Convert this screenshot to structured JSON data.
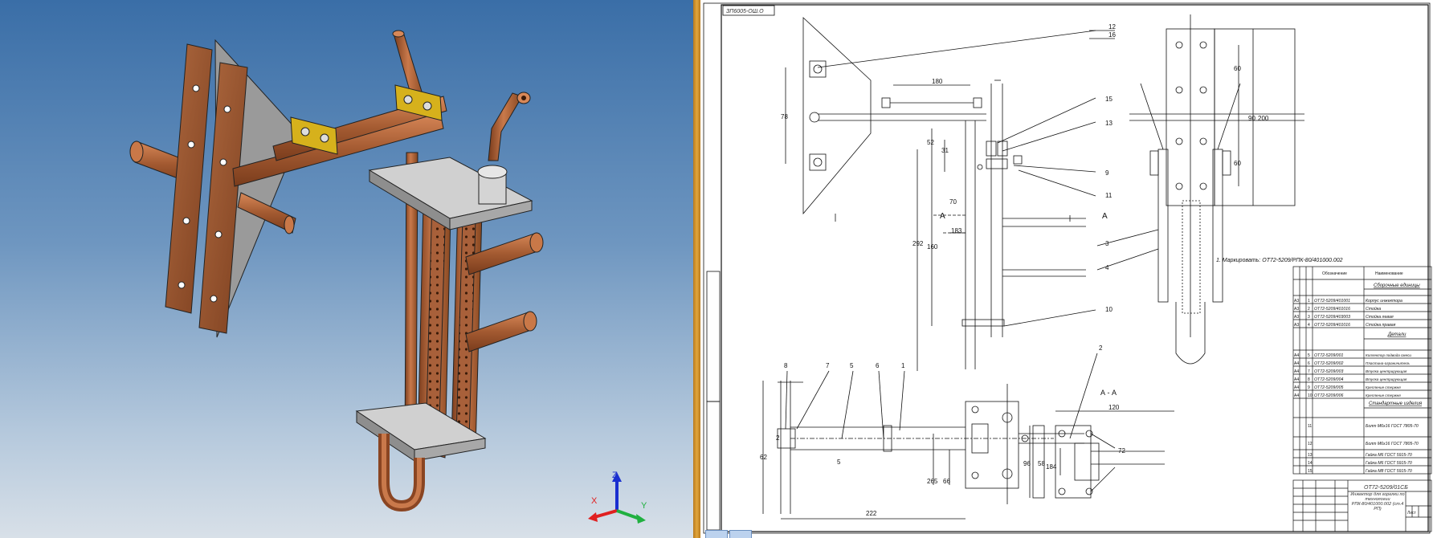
{
  "viewport": {
    "axes": {
      "x": "X",
      "y": "Y",
      "z": "Z"
    },
    "colors": {
      "copper": "#b4643a",
      "brass": "#d8b520",
      "steel": "#c8c8c8",
      "x_axis": "#e02020",
      "y_axis": "#20b040",
      "z_axis": "#1a2fd0"
    }
  },
  "drawing": {
    "stamp_corner": "ЗП6005-ОШ.О",
    "part_header": "1. Маркировать: ОТ72-5209/РПК-80/401000.002",
    "dimensions": {
      "d180": "180",
      "d78": "78",
      "d52": "52",
      "d31": "31",
      "d70": "70",
      "d183": "183",
      "d292": "292",
      "d160": "160",
      "d90": "90",
      "d200": "200",
      "d60a": "60",
      "d60b": "60",
      "d120": "120",
      "d96": "96",
      "d72": "72",
      "d58": "58",
      "d62": "62",
      "d222": "222",
      "d265": "265",
      "d66": "66",
      "d184": "184",
      "d5": "5",
      "d2": "2"
    },
    "section_marks": {
      "left": "А",
      "right": "А",
      "title": "А - А"
    },
    "leader_numbers": {
      "n12": "12",
      "n16": "16",
      "n15": "15",
      "n13": "13",
      "n9": "9",
      "n11": "11",
      "n3": "3",
      "n4": "4",
      "n10": "10",
      "n2": "2",
      "n8": "8",
      "n7": "7",
      "n5": "5",
      "n6": "6",
      "n1": "1"
    },
    "spec": {
      "headers": [
        "Обозначение",
        "Наименование"
      ],
      "section_assemblies": "Сборочные единицы",
      "section_parts": "Детали",
      "section_standard": "Стандартные изделия",
      "rows_assemblies": [
        {
          "pos": "1",
          "code": "ОТ72-5209/401001",
          "name": "Корпус инжектора"
        },
        {
          "pos": "2",
          "code": "ОТ72-5209/401016",
          "name": "Стойка"
        },
        {
          "pos": "3",
          "code": "ОТ72-5209/403003",
          "name": "Стойка левая"
        },
        {
          "pos": "4",
          "code": "ОТ72-5209/401016",
          "name": "Стойка правая"
        }
      ],
      "rows_parts": [
        {
          "pos": "5",
          "code": "ОТ72-5209/001",
          "name": "Коллектор подвода смеси"
        },
        {
          "pos": "6",
          "code": "ОТ72-5209/002",
          "name": "Пластина-ограничитель"
        },
        {
          "pos": "7",
          "code": "ОТ72-5209/003",
          "name": "Втулка центрирующая"
        },
        {
          "pos": "8",
          "code": "ОТ72-5209/004",
          "name": "Втулка центрирующая"
        },
        {
          "pos": "9",
          "code": "ОТ72-5209/005",
          "name": "Крепление стержня"
        },
        {
          "pos": "10",
          "code": "ОТ72-5209/006",
          "name": "Крепление стержня"
        }
      ],
      "rows_standard": [
        {
          "pos": "11",
          "code": "",
          "name": "Болт М6х16 ГОСТ 7805-70"
        },
        {
          "pos": "12",
          "code": "",
          "name": "Болт М6х16 ГОСТ 7805-70"
        },
        {
          "pos": "13",
          "code": "",
          "name": "Гайка М6 ГОСТ 5915-70"
        },
        {
          "pos": "14",
          "code": "",
          "name": "Гайка М6 ГОСТ 5915-70"
        },
        {
          "pos": "15",
          "code": "",
          "name": "Гайка М8 ГОСТ 5915-70"
        }
      ],
      "format_marks": [
        "А3",
        "А3",
        "А3",
        "А3",
        "А4",
        "А4",
        "А4",
        "А4",
        "А4",
        "А4"
      ]
    },
    "title_block": {
      "designation": "ОТ72-5209/01СБ",
      "name": "Инжектор для горелки по технологии РПК-80/401000.002 (ст.4 РП)",
      "sheet": "Лист"
    }
  }
}
